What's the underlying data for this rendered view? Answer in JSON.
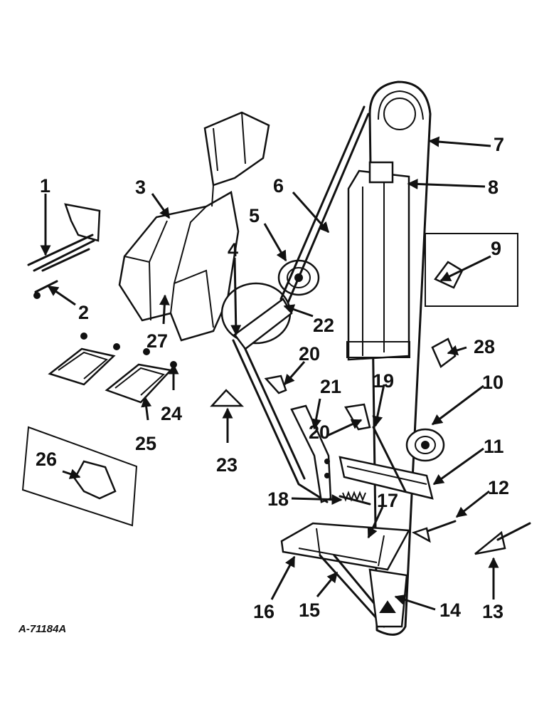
{
  "drawing_ref": "A-71184A",
  "callouts": [
    "1",
    "2",
    "3",
    "4",
    "5",
    "6",
    "7",
    "8",
    "9",
    "10",
    "11",
    "12",
    "13",
    "14",
    "15",
    "16",
    "17",
    "18",
    "19",
    "20",
    "20",
    "21",
    "22",
    "23",
    "24",
    "25",
    "26",
    "27",
    "28"
  ],
  "colors": {
    "ink": "#111111",
    "paper": "#ffffff"
  }
}
